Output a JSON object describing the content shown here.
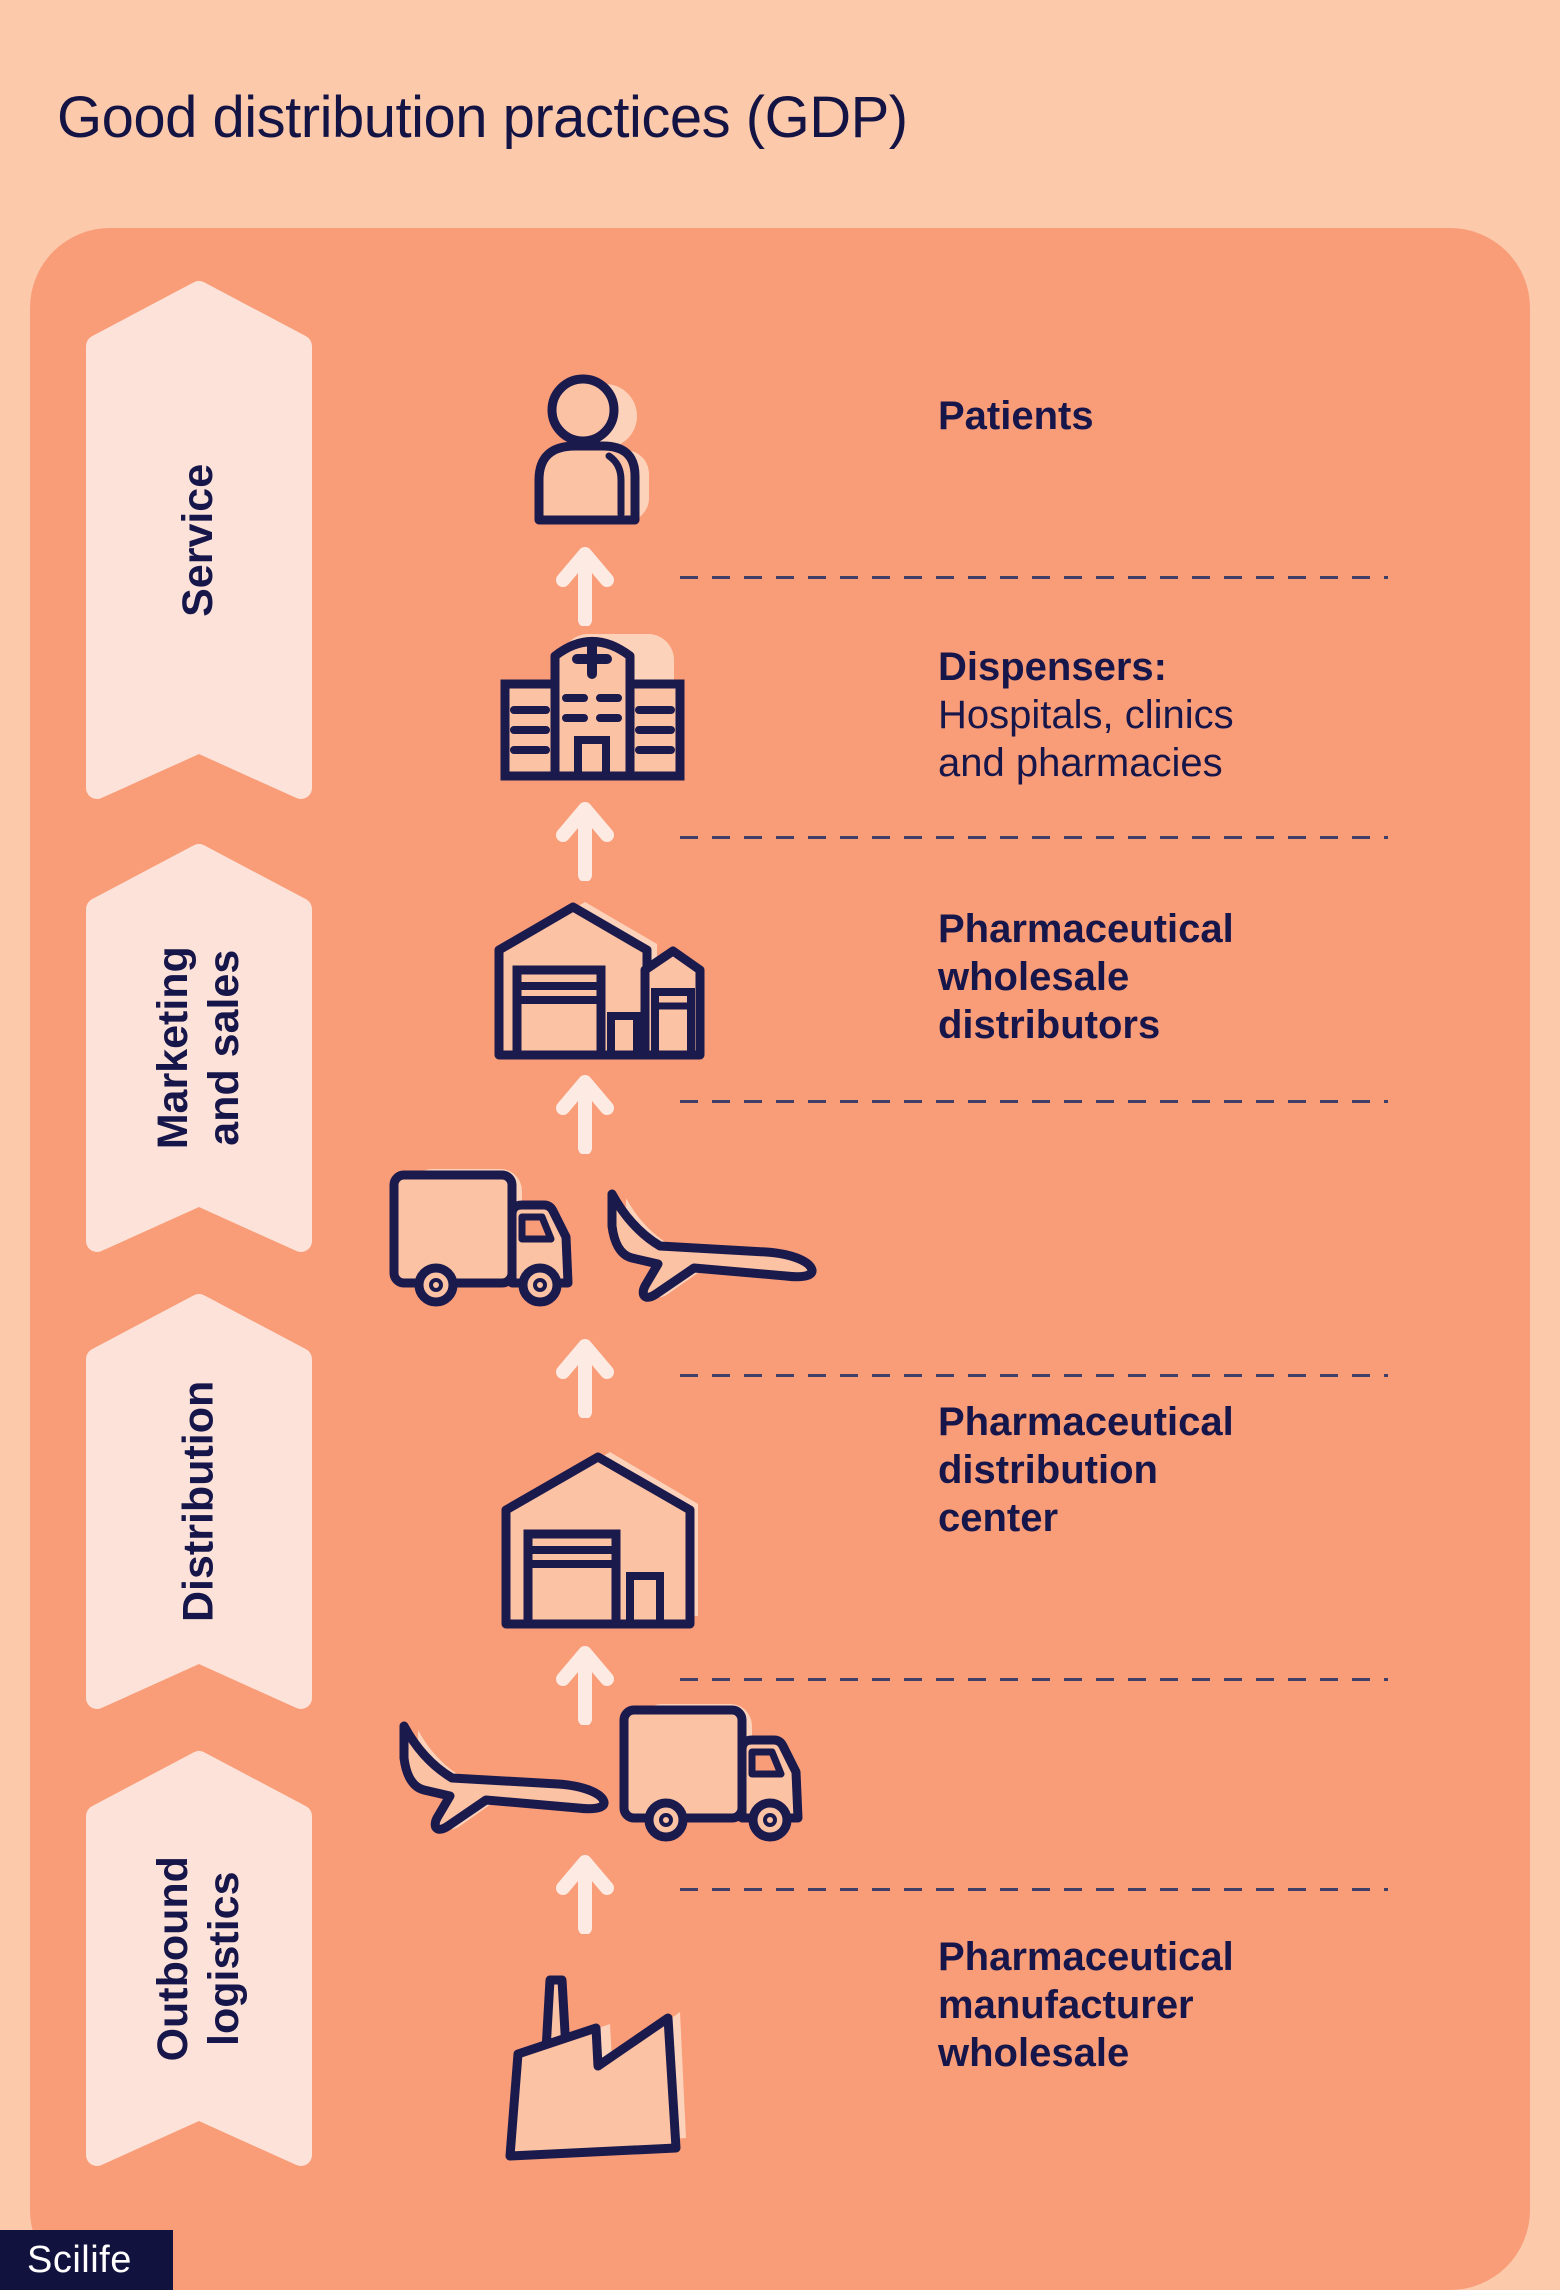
{
  "title": "Good distribution practices (GDP)",
  "brand": {
    "logo_text": "Scilife"
  },
  "colors": {
    "background": "#fcc9ab",
    "panel": "#f99c78",
    "stage_chevron": "#fce2d8",
    "arrow": "#fdeae2",
    "navy_text": "#16164a",
    "icon_fill": "#fcc2a4",
    "icon_shadow": "#fdd2bb",
    "dash_line": "#3f3f68",
    "logo_bg": "#12123f",
    "logo_text": "#ffffff"
  },
  "stages": [
    {
      "name": "Service",
      "lines": [
        "Service"
      ]
    },
    {
      "name": "Marketing and sales",
      "lines": [
        "Marketing",
        "and sales"
      ]
    },
    {
      "name": "Distribution",
      "lines": [
        "Distribution"
      ]
    },
    {
      "name": "Outbound logistics",
      "lines": [
        "Outbound",
        "logistics"
      ]
    }
  ],
  "flow_direction": "bottom-to-top with up arrows and dashed separators",
  "right_labels": [
    {
      "id": "patients",
      "lines": [
        "Patients"
      ]
    },
    {
      "id": "dispensers",
      "lines": [
        "Dispensers:",
        "Hospitals, clinics",
        "and pharmacies"
      ]
    },
    {
      "id": "wholesale-distributors",
      "lines": [
        "Pharmaceutical",
        "wholesale",
        "distributors"
      ]
    },
    {
      "id": "distribution-center",
      "lines": [
        "Pharmaceutical",
        "distribution",
        "center"
      ]
    },
    {
      "id": "manufacturer-wholesale",
      "lines": [
        "Pharmaceutical",
        "manufacturer",
        "wholesale"
      ]
    }
  ],
  "icon_names": [
    "person-icon",
    "hospital-icon",
    "warehouse-pair-icon",
    "truck-icon",
    "plane-icon",
    "warehouse-icon",
    "factory-icon",
    "up-arrow-icon"
  ]
}
